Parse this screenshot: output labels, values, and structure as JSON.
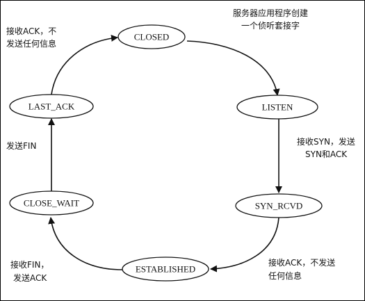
{
  "diagram": {
    "states": [
      {
        "id": "closed",
        "label": "CLOSED"
      },
      {
        "id": "listen",
        "label": "LISTEN"
      },
      {
        "id": "syn_rcvd",
        "label": "SYN_RCVD"
      },
      {
        "id": "established",
        "label": "ESTABLISHED"
      },
      {
        "id": "close_wait",
        "label": "CLOSE_WAIT"
      },
      {
        "id": "last_ack",
        "label": "LAST_ACK"
      }
    ],
    "transitions": [
      {
        "from": "closed",
        "to": "listen",
        "lines": [
          "服务器应用程序创建",
          "一个侦听套接字"
        ]
      },
      {
        "from": "listen",
        "to": "syn_rcvd",
        "lines": [
          "接收SYN，发送",
          "SYN和ACK"
        ]
      },
      {
        "from": "syn_rcvd",
        "to": "established",
        "lines": [
          "接收ACK，不发送",
          "任何信息"
        ]
      },
      {
        "from": "established",
        "to": "close_wait",
        "lines": [
          "接收FIN，",
          "发送ACK"
        ]
      },
      {
        "from": "close_wait",
        "to": "last_ack",
        "lines": [
          "发送FIN"
        ]
      },
      {
        "from": "last_ack",
        "to": "closed",
        "lines": [
          "接收ACK，不",
          "发送任何信息"
        ]
      }
    ]
  }
}
